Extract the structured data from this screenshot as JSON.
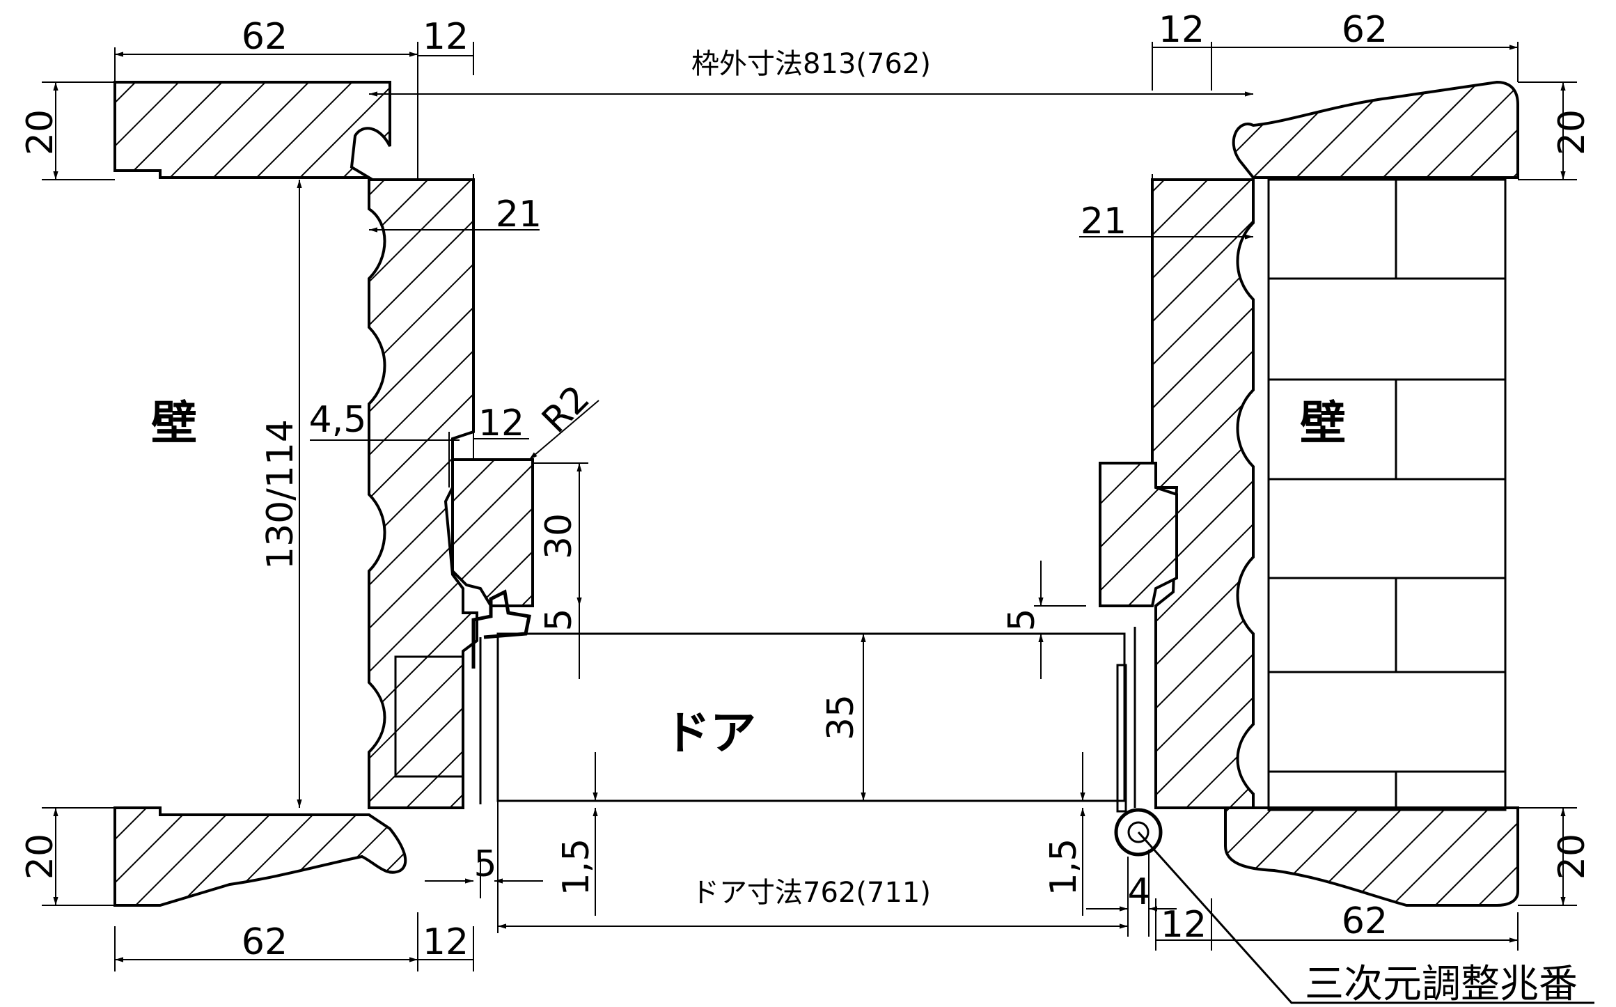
{
  "dimensions": {
    "top_left_62": "62",
    "top_left_12": "12",
    "top_right_12": "12",
    "top_right_62": "62",
    "frame_outer": "枠外寸法813(762)",
    "left_top_20": "20",
    "right_top_20": "20",
    "left_21": "21",
    "right_21": "21",
    "height_130_114": "130/114",
    "offset_4_5": "4,5",
    "stop_12": "12",
    "radius": "R2",
    "stop_30": "30",
    "gap_5_left": "5",
    "gap_5_right": "5",
    "door_35": "35",
    "left_bottom_20": "20",
    "right_bottom_20": "20",
    "bottom_5": "5",
    "bottom_1_5_left": "1,5",
    "bottom_1_5_right": "1,5",
    "bottom_4": "4",
    "door_size": "ドア寸法762(711)",
    "bottom_left_62": "62",
    "bottom_left_12": "12",
    "bottom_right_12": "12",
    "bottom_right_62": "62"
  },
  "labels": {
    "wall_left": "壁",
    "wall_right": "壁",
    "door": "ドア",
    "hinge": "三次元調整兆番"
  }
}
